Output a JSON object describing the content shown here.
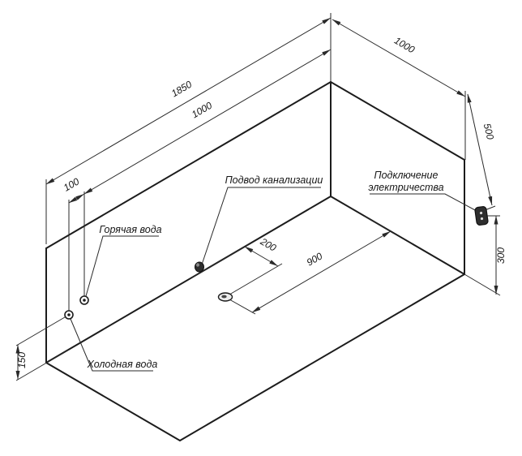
{
  "diagram": {
    "kind": "isometric installation drawing",
    "colors": {
      "line": "#1c1c1c",
      "background": "#ffffff"
    },
    "dims": {
      "length_total": "1850",
      "length_inner": "1000",
      "pipe_spacing": "100",
      "depth": "1000",
      "outlet_offset": "500",
      "outlet_height": "300",
      "drain_from_wall": "200",
      "drain_from_side": "900",
      "pipe_height": "150"
    },
    "labels": {
      "hot_water": "Горячая вода",
      "cold_water": "Холодная вода",
      "sewer": "Подвод канализации",
      "electricity_line1": "Подключение",
      "electricity_line2": "электричества"
    }
  }
}
